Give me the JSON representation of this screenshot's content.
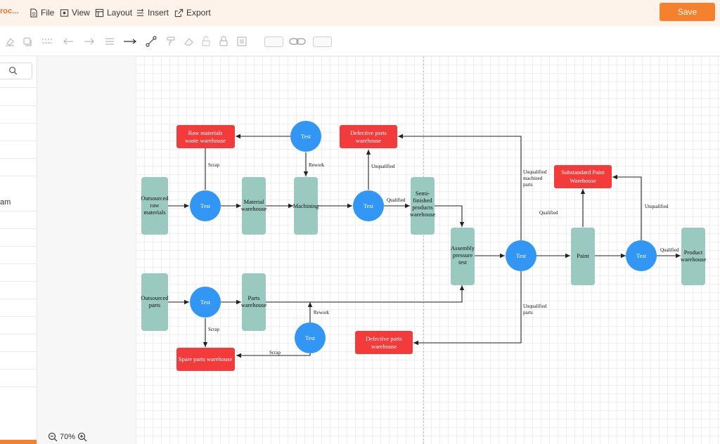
{
  "app": {
    "title": "roc..."
  },
  "menu": {
    "file": "File",
    "view": "View",
    "layout": "Layout",
    "insert": "Insert",
    "export": "Export",
    "save": "Save"
  },
  "sidebar": {
    "visible_label": "am"
  },
  "zoom": {
    "level": "70%"
  },
  "colors": {
    "accent": "#f5812f",
    "process": "#99c9bf",
    "test": "#3296f4",
    "warehouse": "#f33b3b"
  },
  "diagram": {
    "nodes": {
      "outsourced_raw": "Outsourced raw materials",
      "test_raw": "Test",
      "material_wh": "Material warehouse",
      "machining": "Machining",
      "test_machining": "Test",
      "semi_finished": "Semi-finished products warehouse",
      "raw_waste_wh": "Raw materials waste warehouse",
      "test_rework": "Test",
      "defective_top": "Defective parts warehouse",
      "outsourced_parts": "Outsourced parts",
      "test_parts": "Test",
      "parts_wh": "Parts warehouse",
      "test_spare": "Test",
      "spare_wh": "Spare parts warehouse",
      "assembly": "Assembly pressure test",
      "test_assembly": "Test",
      "defective_bottom": "Defective parts warehouse",
      "paint": "Paint",
      "test_paint": "Test",
      "substandard_wh": "Substandard Paint Warehouse",
      "product_wh": "Product warehouse"
    },
    "edge_labels": {
      "scrap_raw": "Scrap",
      "rework_top": "Rework",
      "unqualified_mid": "Unqualified",
      "qualified_semi": "Qualified",
      "unqualified_machined": "Unqualified machined parts",
      "qualified_paint": "Qualified",
      "unqualified_paint": "Unqualified",
      "qualified_product": "Qualified",
      "unqualified_parts": "Unqualified parts",
      "scrap_parts": "Scrap",
      "rework_parts": "Rework",
      "scrap_spare": "Scrap"
    }
  }
}
